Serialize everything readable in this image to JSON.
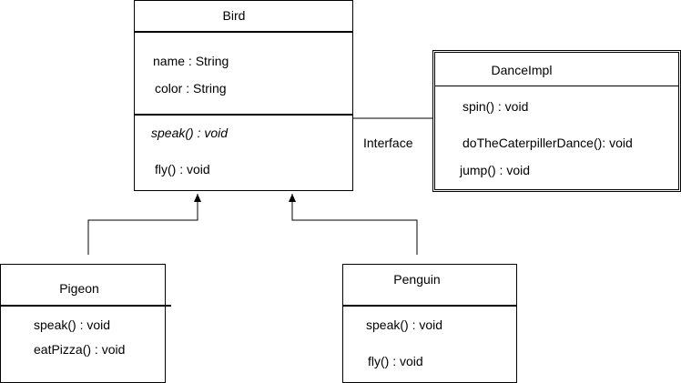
{
  "bird": {
    "name": "Bird",
    "attributes": [
      "name : String",
      "color : String"
    ],
    "methods": [
      "speak() : void",
      "fly() : void"
    ]
  },
  "dance": {
    "name": "DanceImpl",
    "methods": [
      "spin() : void",
      "doTheCaterpillerDance(): void",
      "jump() : void"
    ]
  },
  "pigeon": {
    "name": "Pigeon",
    "methods": [
      "speak() : void",
      "eatPizza() : void"
    ]
  },
  "penguin": {
    "name": "Penguin",
    "methods": [
      "speak() : void",
      "fly() : void"
    ]
  },
  "edges": {
    "interface_label": "Interface"
  },
  "colors": {
    "stroke": "#000000",
    "background": "#ffffff"
  }
}
